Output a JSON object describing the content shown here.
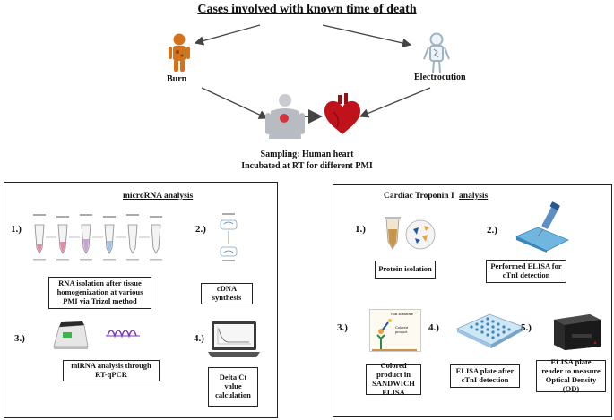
{
  "title": "Cases involved with known time of death",
  "top": {
    "burn_label": "Burn",
    "electrocution_label": "Electrocution",
    "sampling_line1": "Sampling: Human heart",
    "sampling_line2": "Incubated at RT for different PMI"
  },
  "mirna_panel": {
    "title": "microRNA analysis",
    "step1_num": "1.)",
    "step1_text": "RNA isolation after tissue homogenization at various PMI via Trizol method",
    "step2_num": "2.)",
    "step2_text": "cDNA synthesis",
    "step3_num": "3.)",
    "step3_text": "miRNA analysis through RT-qPCR",
    "step4_num": "4.)",
    "step4_text": "Delta Ct value calculation"
  },
  "ctni_panel": {
    "title_part1": "Cardiac Troponin I",
    "title_part2": "analysis",
    "step1_num": "1.)",
    "step1_text": "Protein isolation",
    "step2_num": "2.)",
    "step2_text": "Performed ELISA for cTnI detection",
    "step3_num": "3.)",
    "step3_text": "Colored product in SANDWICH ELISA",
    "step4_num": "4.)",
    "step4_text": "ELISA plate after cTnI detection",
    "step5_num": "5.)",
    "step5_text": "ELISA plate reader to measure Optical Density (OD)",
    "elisa_inset_line1": "TMB substrate",
    "elisa_inset_line2": "Colored product"
  },
  "colors": {
    "arrow": "#444444",
    "heart": "#c0121a",
    "burn": "#d4731c",
    "electro": "#9db3c8",
    "plate": "#3a86b8"
  }
}
